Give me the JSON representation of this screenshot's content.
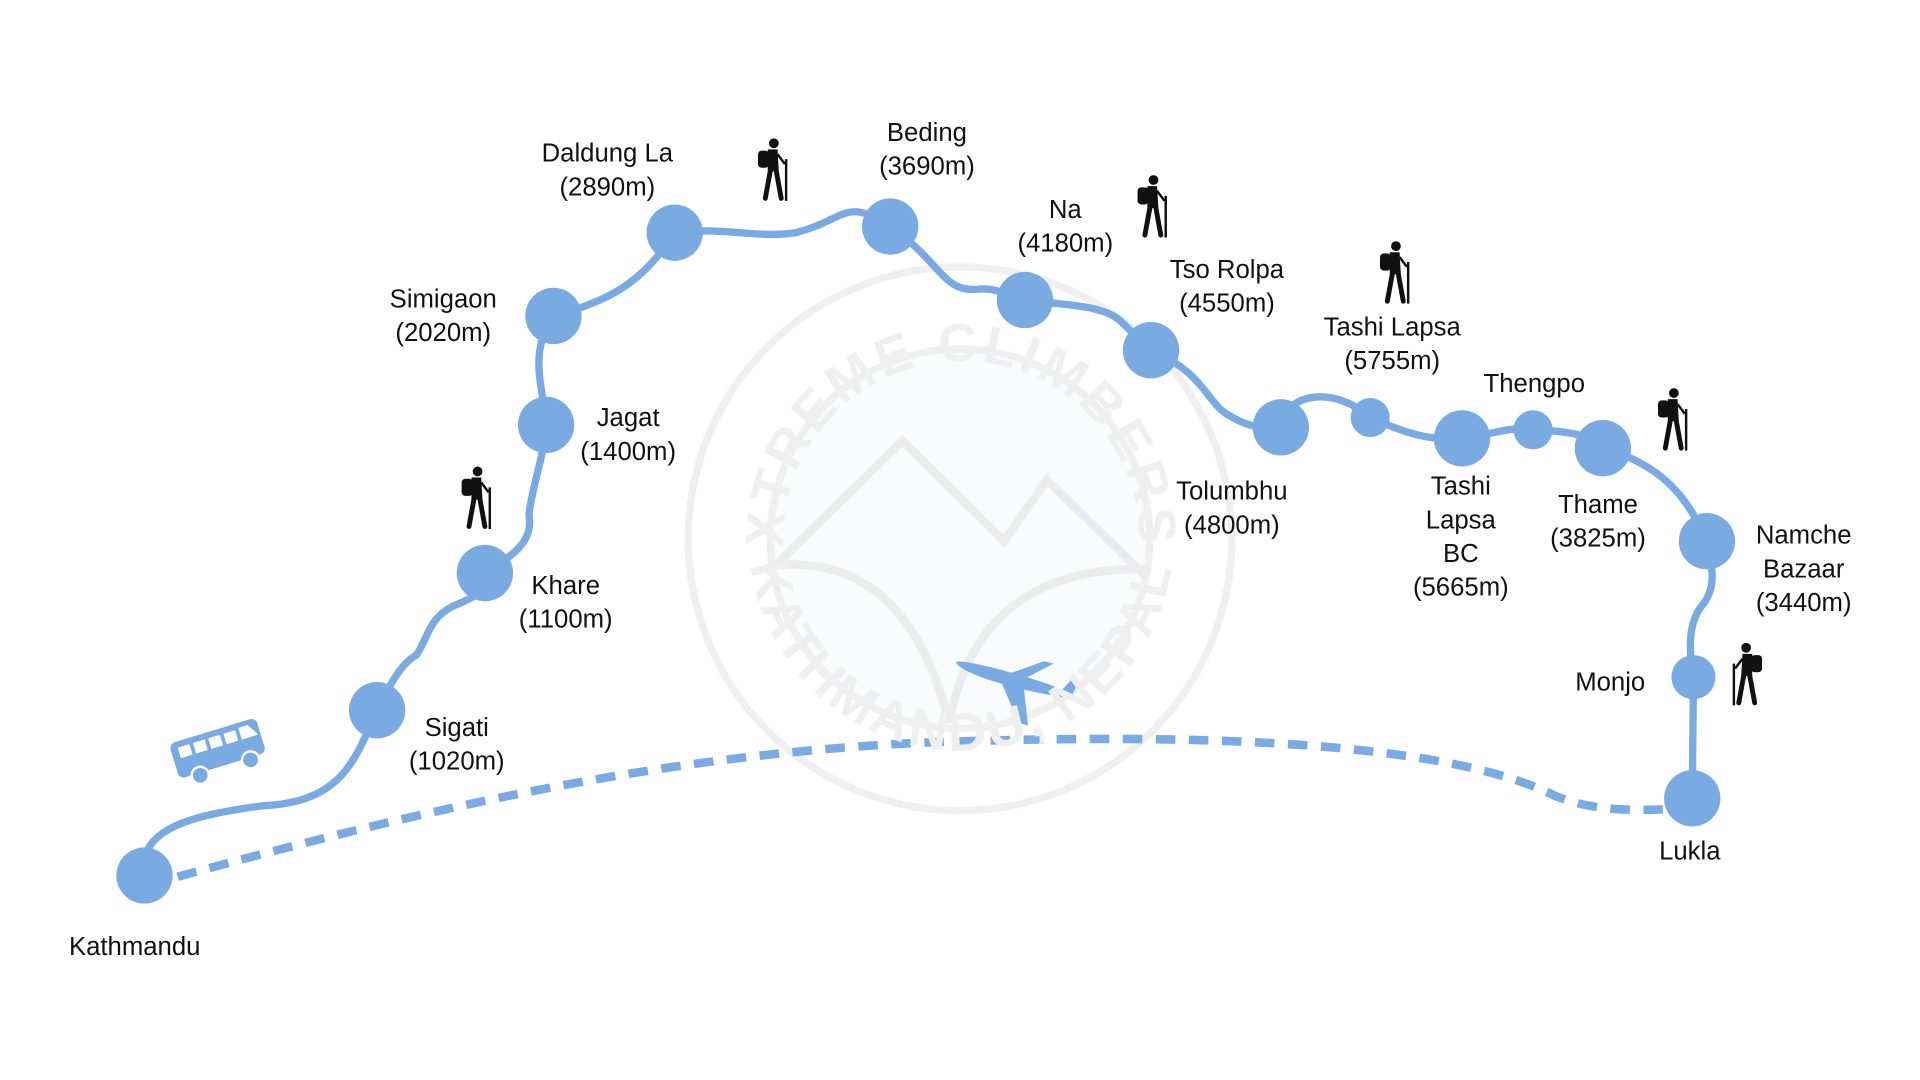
{
  "colors": {
    "route": "#7aaae2",
    "text": "#111111",
    "watermark": "#efefef",
    "hiker": "#111111"
  },
  "watermark": {
    "top_text": "XTREME CLIMBERS",
    "bottom_text": "KATHMANDU, NEPAL"
  },
  "stops": [
    {
      "name_lines": [
        "Kathmandu"
      ],
      "altitude": ""
    },
    {
      "name_lines": [
        "Sigati"
      ],
      "altitude": "(1020m)"
    },
    {
      "name_lines": [
        "Khare"
      ],
      "altitude": "(1100m)"
    },
    {
      "name_lines": [
        "Jagat"
      ],
      "altitude": "(1400m)"
    },
    {
      "name_lines": [
        "Simigaon"
      ],
      "altitude": "(2020m)"
    },
    {
      "name_lines": [
        "Daldung La"
      ],
      "altitude": "(2890m)"
    },
    {
      "name_lines": [
        "Beding"
      ],
      "altitude": "(3690m)"
    },
    {
      "name_lines": [
        "Na"
      ],
      "altitude": "(4180m)"
    },
    {
      "name_lines": [
        "Tso Rolpa"
      ],
      "altitude": "(4550m)"
    },
    {
      "name_lines": [
        "Tolumbhu"
      ],
      "altitude": "(4800m)"
    },
    {
      "name_lines": [
        "Tashi Lapsa"
      ],
      "altitude": "(5755m)"
    },
    {
      "name_lines": [
        "Tashi",
        "Lapsa",
        "BC"
      ],
      "altitude": "(5665m)"
    },
    {
      "name_lines": [
        "Thengpo"
      ],
      "altitude": ""
    },
    {
      "name_lines": [
        "Thame"
      ],
      "altitude": "(3825m)"
    },
    {
      "name_lines": [
        "Namche",
        "Bazaar"
      ],
      "altitude": "(3440m)"
    },
    {
      "name_lines": [
        "Monjo"
      ],
      "altitude": ""
    },
    {
      "name_lines": [
        "Lukla"
      ],
      "altitude": ""
    }
  ],
  "icons": [
    "bus-icon",
    "airplane-icon",
    "hiker-icon"
  ]
}
